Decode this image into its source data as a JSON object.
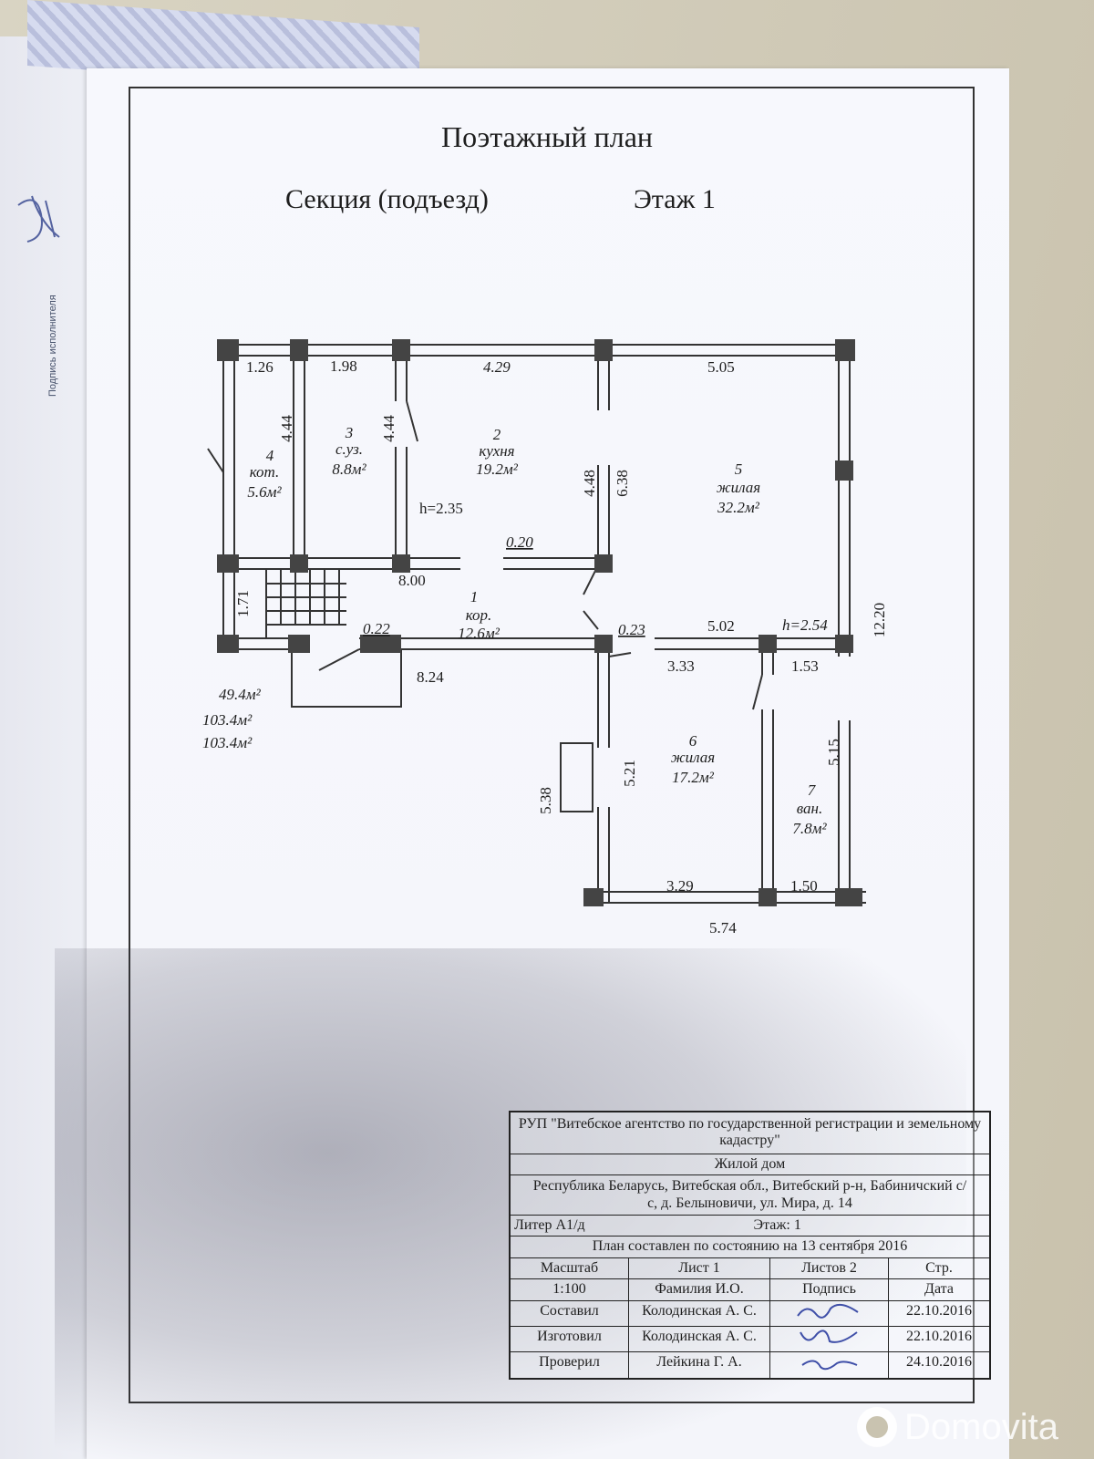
{
  "left_page": {
    "signature_label": "Подпись исполнителя"
  },
  "header": {
    "title": "Поэтажный план",
    "section": "Секция (подъезд)",
    "floor": "Этаж 1"
  },
  "plan": {
    "rooms": [
      {
        "num": "1",
        "name": "кор.",
        "area": "12.6м²"
      },
      {
        "num": "2",
        "name": "кухня",
        "area": "19.2м²"
      },
      {
        "num": "3",
        "name": "с.уз.",
        "area": "8.8м²"
      },
      {
        "num": "4",
        "name": "кот.",
        "area": "5.6м²"
      },
      {
        "num": "5",
        "name": "жилая",
        "area": "32.2м²"
      },
      {
        "num": "6",
        "name": "жилая",
        "area": "17.2м²"
      },
      {
        "num": "7",
        "name": "ван.",
        "area": "7.8м²"
      }
    ],
    "dims": {
      "d126": "1.26",
      "d198": "1.98",
      "d429": "4.29",
      "d505": "5.05",
      "d444a": "4.44",
      "d444b": "4.44",
      "d448": "4.48",
      "d638": "6.38",
      "d800": "8.00",
      "d020": "0.20",
      "d171": "1.71",
      "d022": "0.22",
      "d023": "0.23",
      "d502": "5.02",
      "d824": "8.24",
      "d333": "3.33",
      "d153": "1.53",
      "d1220": "12.20",
      "d515": "5.15",
      "d521": "5.21",
      "d538": "5.38",
      "d329": "3.29",
      "d150": "1.50",
      "d574": "5.74"
    },
    "heights": {
      "h1": "h=2.35",
      "h2": "h=2.54"
    },
    "totals": [
      "49.4м²",
      "103.4м²",
      "103.4м²"
    ]
  },
  "stamp": {
    "org": "РУП \"Витебское агентство по государственной регистрации и земельному кадастру\"",
    "object": "Жилой дом",
    "address": "Республика Беларусь, Витебская обл., Витебский р-н, Бабиничский с/с, д. Белыновичи, ул. Мира, д. 14",
    "liter": "Литер А1/д",
    "floor": "Этаж: 1",
    "state": "План составлен по состоянию на 13 сентября 2016",
    "scale_label": "Масштаб",
    "sheet_label": "Лист     1",
    "sheets_label": "Листов   2",
    "page_label": "Стр.",
    "scale_value": "1:100",
    "name_header": "Фамилия И.О.",
    "sign_header": "Подпись",
    "date_header": "Дата",
    "rows": [
      {
        "role": "Составил",
        "name": "Колодинская А. С.",
        "date": "22.10.2016"
      },
      {
        "role": "Изготовил",
        "name": "Колодинская А. С.",
        "date": "22.10.2016"
      },
      {
        "role": "Проверил",
        "name": "Лейкина Г. А.",
        "date": "24.10.2016"
      }
    ]
  },
  "watermark": {
    "text": "Domovita"
  }
}
